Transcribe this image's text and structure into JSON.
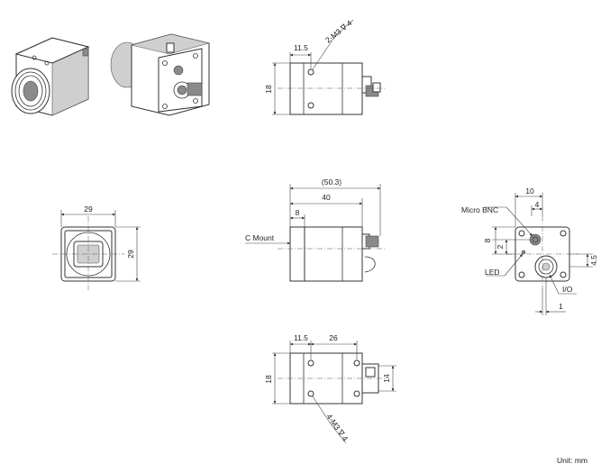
{
  "labels": {
    "top_width": "11.5",
    "top_holes": "2-M3 ∇ 4",
    "top_height": "18",
    "front_width": "29",
    "front_height": "29",
    "side_overall": "(50.3)",
    "side_body": "40",
    "side_mount_len": "8",
    "c_mount": "C Mount",
    "rear_micro_bnc": "Micro BNC",
    "rear_dim_10": "10",
    "rear_dim_4": "4",
    "rear_dim_8": "8",
    "rear_dim_2": "2",
    "rear_led": "LED",
    "rear_dim_45": "4.5",
    "rear_io": "I/O",
    "rear_dim_1": "1",
    "bottom_width": "11.5",
    "bottom_26": "26",
    "bottom_height": "18",
    "bottom_14": "14",
    "bottom_holes": "4-M3 ∇ 4",
    "unit": "Unit: mm"
  }
}
